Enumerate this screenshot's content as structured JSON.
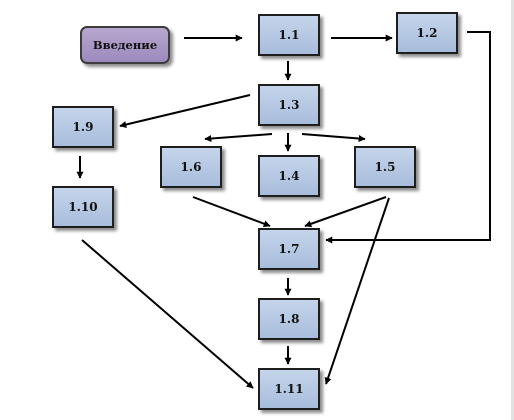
{
  "nodes": {
    "intro": "Введение",
    "n1_1": "1.1",
    "n1_2": "1.2",
    "n1_3": "1.3",
    "n1_4": "1.4",
    "n1_5": "1.5",
    "n1_6": "1.6",
    "n1_7": "1.7",
    "n1_8": "1.8",
    "n1_9": "1.9",
    "n1_10": "1.10",
    "n1_11": "1.11"
  },
  "edges": [
    {
      "from": "Введение",
      "to": "1.1"
    },
    {
      "from": "1.1",
      "to": "1.2"
    },
    {
      "from": "1.1",
      "to": "1.3"
    },
    {
      "from": "1.2",
      "to": "1.7"
    },
    {
      "from": "1.3",
      "to": "1.9"
    },
    {
      "from": "1.3",
      "to": "1.6"
    },
    {
      "from": "1.3",
      "to": "1.4"
    },
    {
      "from": "1.3",
      "to": "1.5"
    },
    {
      "from": "1.9",
      "to": "1.10"
    },
    {
      "from": "1.6",
      "to": "1.7"
    },
    {
      "from": "1.5",
      "to": "1.7"
    },
    {
      "from": "1.5",
      "to": "1.11"
    },
    {
      "from": "1.7",
      "to": "1.8"
    },
    {
      "from": "1.8",
      "to": "1.11"
    },
    {
      "from": "1.10",
      "to": "1.11"
    }
  ],
  "colors": {
    "node_fill": "#b4c6e2",
    "intro_fill": "#a897c5",
    "edge": "#000000"
  }
}
